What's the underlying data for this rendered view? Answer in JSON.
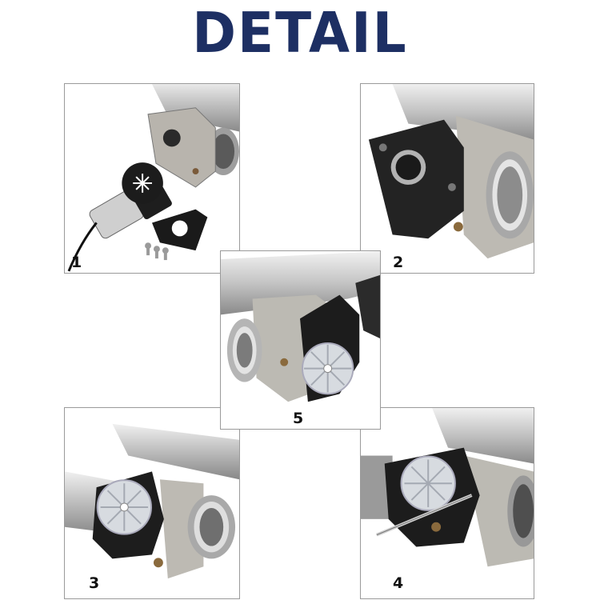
{
  "title": "DETAIL",
  "panels": {
    "p1": {
      "number": "1",
      "subject": "motor-kit-parts"
    },
    "p2": {
      "number": "2",
      "subject": "bracket-mounted-on-valve"
    },
    "p3": {
      "number": "3",
      "subject": "motor-installed-side-view"
    },
    "p4": {
      "number": "4",
      "subject": "screwdriver-tightening"
    },
    "p5": {
      "number": "5",
      "subject": "assembled-cutout-valve"
    }
  },
  "colors": {
    "title": "#1d2f63",
    "steel": "#c9c9c9",
    "black_plastic": "#1c1c1c",
    "gear_cover": "#d7dbe0"
  }
}
